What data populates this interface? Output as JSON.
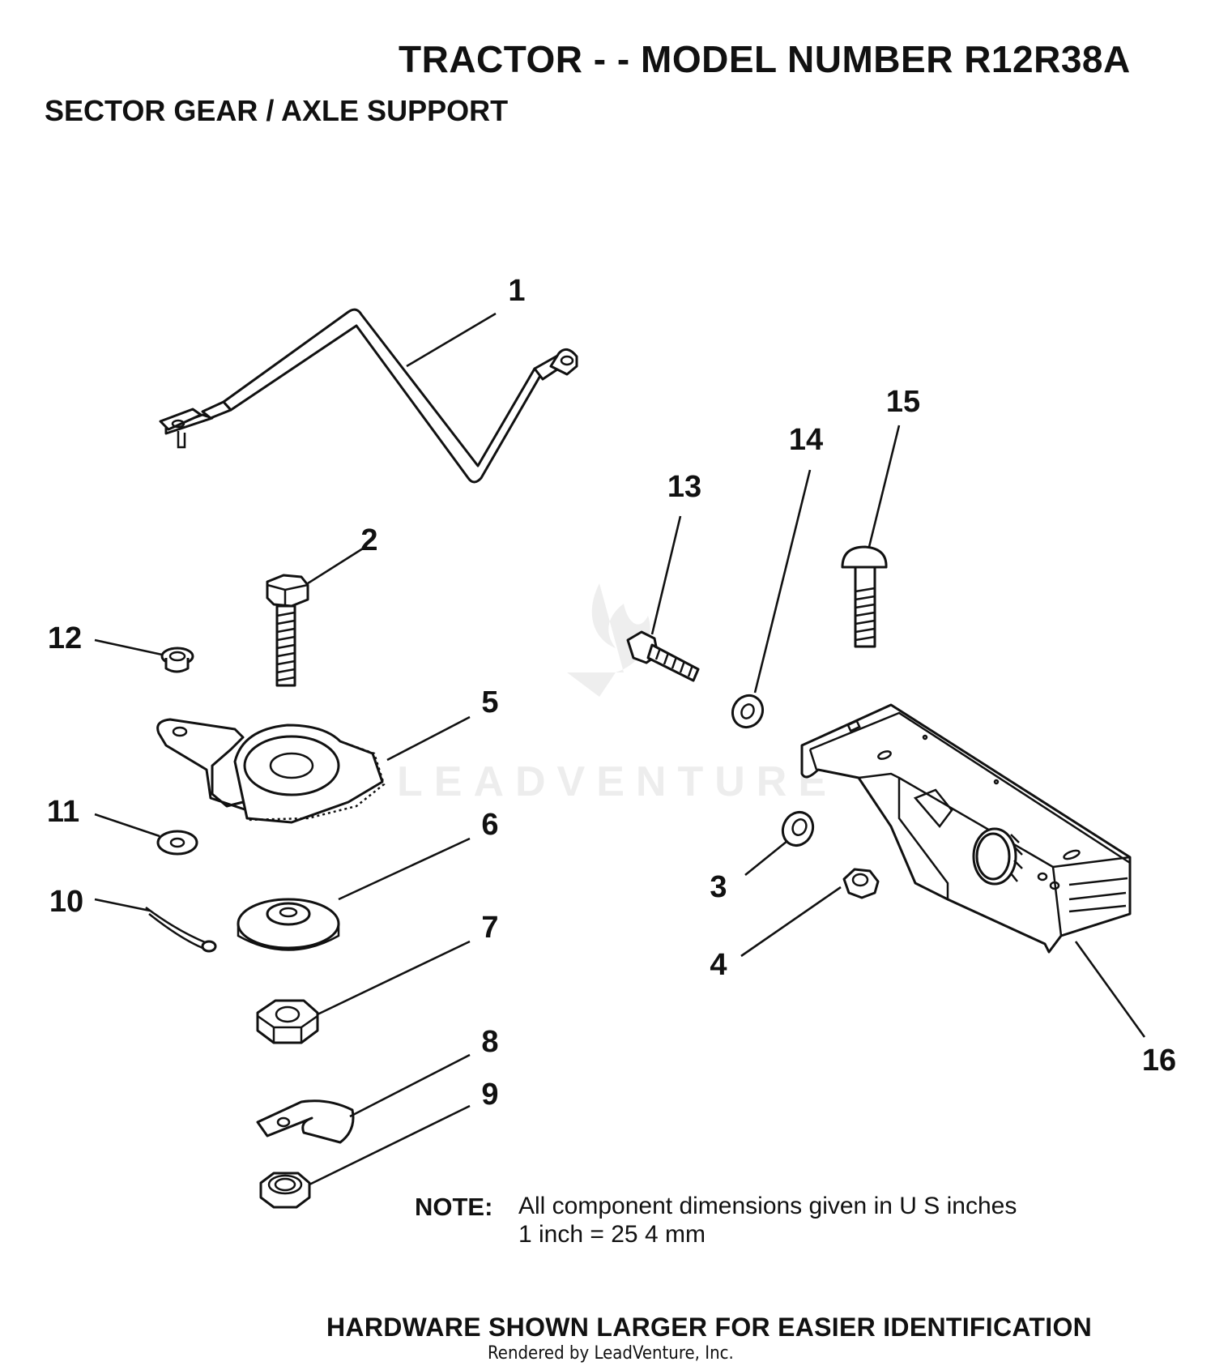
{
  "header": {
    "title": "TRACTOR - - MODEL NUMBER R12R38A",
    "subtitle": "SECTOR GEAR / AXLE SUPPORT"
  },
  "callouts": [
    "1",
    "2",
    "3",
    "4",
    "5",
    "6",
    "7",
    "8",
    "9",
    "10",
    "11",
    "12",
    "13",
    "14",
    "15",
    "16"
  ],
  "note": {
    "label": "NOTE:",
    "line1": "All component dimensions given in U  S  inches",
    "line2": "1 inch = 25 4 mm"
  },
  "footer": {
    "hardware_note": "HARDWARE SHOWN LARGER FOR EASIER IDENTIFICATION",
    "rendered_by": "Rendered by LeadVenture, Inc."
  },
  "watermark": {
    "text": "LEADVENTURE",
    "logo": "leadventure-flame-logo"
  }
}
